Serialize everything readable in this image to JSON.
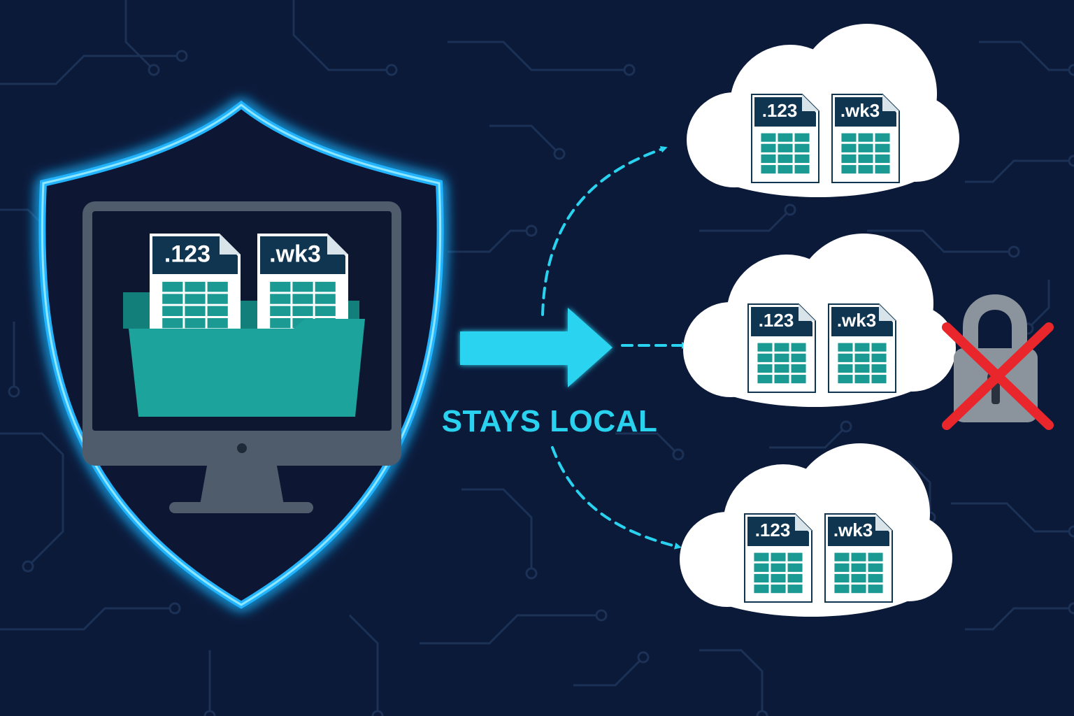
{
  "local_label": "STAYS LOCAL",
  "local_files": [
    {
      "ext": ".123"
    },
    {
      "ext": ".wk3"
    }
  ],
  "clouds": [
    {
      "files": [
        {
          "ext": ".123"
        },
        {
          "ext": ".wk3"
        }
      ]
    },
    {
      "files": [
        {
          "ext": ".123"
        },
        {
          "ext": ".wk3"
        }
      ],
      "locked_out": true
    },
    {
      "files": [
        {
          "ext": ".123"
        },
        {
          "ext": ".wk3"
        }
      ]
    }
  ],
  "colors": {
    "background": "#0c1a3a",
    "circuit": "#1c3156",
    "accent_cyan": "#29d3f0",
    "shield_glow": "#22b4ff",
    "folder_teal": "#1ba39c",
    "file_header": "#0f3550",
    "cross_red": "#e8262b",
    "lock_gray": "#8b939d"
  },
  "icons": {
    "shield": "shield-icon",
    "monitor": "monitor-icon",
    "folder": "folder-icon",
    "cloud": "cloud-icon",
    "lock": "padlock-icon",
    "cross": "red-x-icon",
    "arrow": "arrow-right-icon"
  }
}
